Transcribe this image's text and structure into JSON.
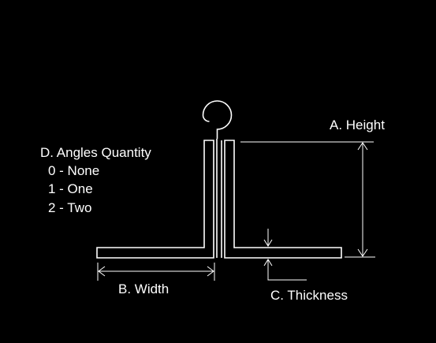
{
  "diagram": {
    "labels": {
      "height": "A. Height",
      "width": "B. Width",
      "thickness": "C. Thickness",
      "angles_quantity": "D. Angles Quantity",
      "option_none": "0 - None",
      "option_one": "1 - One",
      "option_two": "2 - Two"
    },
    "colors": {
      "background": "#000000",
      "stroke": "#ffffff"
    }
  }
}
